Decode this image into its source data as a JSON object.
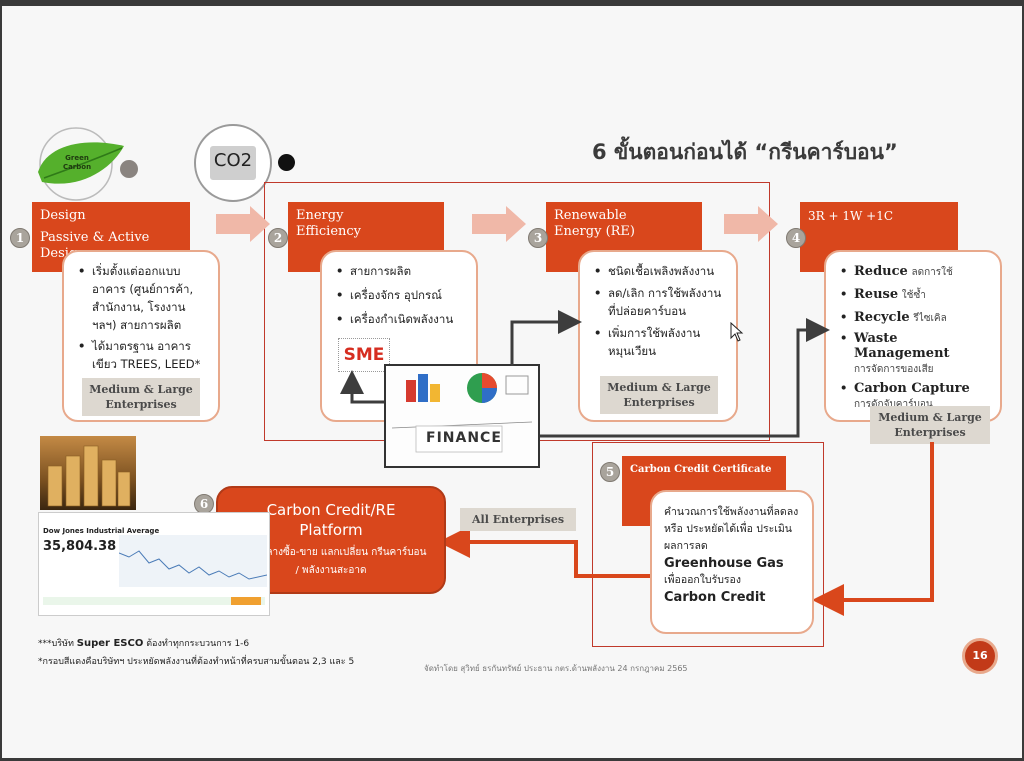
{
  "title": "6 ขั้นตอนก่อนได้ “กรีนคาร์บอน”",
  "logo_text": "Green Carbon",
  "co2_label": "CO2",
  "steps": [
    {
      "num": "1",
      "header_line1": "Design",
      "header_line2": "Passive & Active Design",
      "items": [
        "เริ่มตั้งแต่ออกแบบ อาคาร (ศูนย์การค้า, สำนักงาน, โรงงาน ฯลฯ) สายการผลิต",
        "ได้มาตรฐาน อาคาร เขียว TREES, LEED*"
      ],
      "tag": "Medium & Large Enterprises"
    },
    {
      "num": "2",
      "header_line1": "Energy",
      "header_line2": "Efficiency",
      "items": [
        "สายการผลิต",
        "เครื่องจักร อุปกรณ์",
        "เครื่องกำเนิดพลังงาน"
      ],
      "sme": "SME"
    },
    {
      "num": "3",
      "header_line1": "Renewable",
      "header_line2": "Energy (RE)",
      "items": [
        "ชนิดเชื้อเพลิงพลังงาน",
        "ลด/เลิก การใช้พลังงาน ที่ปล่อยคาร์บอน",
        "เพิ่มการใช้พลังงาน หมุนเวียน"
      ],
      "tag": "Medium & Large Enterprises"
    },
    {
      "num": "4",
      "header_line1": "3R + 1W +1C",
      "items": [
        {
          "en": "Reduce",
          "th": "ลดการใช้"
        },
        {
          "en": "Reuse",
          "th": "ใช้ซ้ำ"
        },
        {
          "en": "Recycle",
          "th": "รีไซเคิล"
        },
        {
          "en": "Waste Management",
          "th": "การจัดการของเสีย"
        },
        {
          "en": "Carbon Capture",
          "th": "การดักจับคาร์บอน"
        }
      ],
      "tag": "Medium & Large Enterprises"
    },
    {
      "num": "5",
      "header_line1": "Carbon Credit Certificate",
      "body1": "คำนวณการใช้พลังงานที่ลดลง หรือ ประหยัดได้เพื่อ ประเมินผลการลด",
      "bold1": "Greenhouse Gas",
      "body2": "เพื่อออกใบรับรอง",
      "bold2": "Carbon Credit"
    },
    {
      "num": "6",
      "header_line1": "Carbon Credit/RE",
      "header_line2": "Platform",
      "sub": "ตลาดกลางซื้อ-ขาย แลกเปลี่ยน กรีนคาร์บอน / พลังงานสะอาด"
    }
  ],
  "finance_label": "FINANCE",
  "all_enterprises": "All Enterprises",
  "stock": {
    "index_name": "Dow Jones Industrial Average",
    "value": "35,804.38"
  },
  "footnote1_pre": "***บริษัท ",
  "footnote1_bold": "Super ESCO",
  "footnote1_post": " ต้องทำทุกกระบวนการ 1-6",
  "footnote2": "*กรอบสีแดงคือบริษัทฯ ประหยัดพลังงานที่ต้องทำหน้าที่ครบสามขั้นตอน 2,3 และ 5",
  "credit": "จัดทำโดย สุวิทย์ ธรกันทรัพย์ ประธาน กตร.ด้านพลังงาน 24 กรกฎาคม 2565",
  "page_number": "16",
  "colors": {
    "accent": "#d9471c",
    "arrow": "#f0b8a8",
    "line": "#d9471c"
  }
}
